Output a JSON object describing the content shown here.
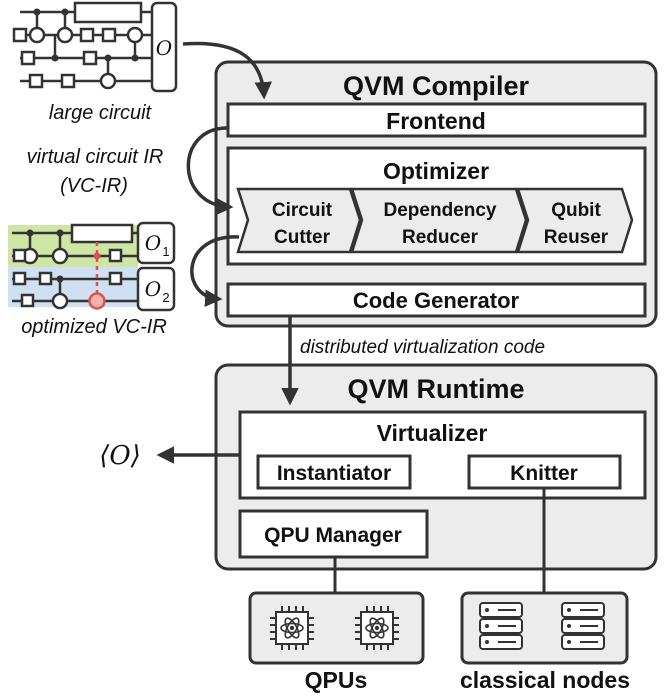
{
  "compiler": {
    "title": "QVM Compiler",
    "frontend": "Frontend",
    "optimizer": "Optimizer",
    "passes": [
      {
        "line1": "Circuit",
        "line2": "Cutter"
      },
      {
        "line1": "Dependency",
        "line2": "Reducer"
      },
      {
        "line1": "Qubit",
        "line2": "Reuser"
      }
    ],
    "code_generator": "Code Generator"
  },
  "runtime": {
    "title": "QVM Runtime",
    "virtualizer": "Virtualizer",
    "instantiator": "Instantiator",
    "knitter": "Knitter",
    "qpu_manager": "QPU Manager"
  },
  "labels": {
    "large_circuit": "large circuit",
    "vc_ir_line1": "virtual circuit IR",
    "vc_ir_line2": "(VC-IR)",
    "optimized_vc_ir": "optimized VC-IR",
    "distributed_code": "distributed virtualization code",
    "expectation": "⟨O⟩",
    "observable": "O",
    "o1_base": "O",
    "o1_sub": "1",
    "o2_base": "O",
    "o2_sub": "2"
  },
  "hardware": {
    "qpus": "QPUs",
    "classical_nodes": "classical nodes"
  },
  "colors": {
    "box_fill": "#ececec",
    "inner_fill": "#ffffff",
    "green_band": "#cfe5a4",
    "blue_band": "#cfe0f2",
    "cut_red": "#d9534f",
    "stroke": "#333333"
  }
}
